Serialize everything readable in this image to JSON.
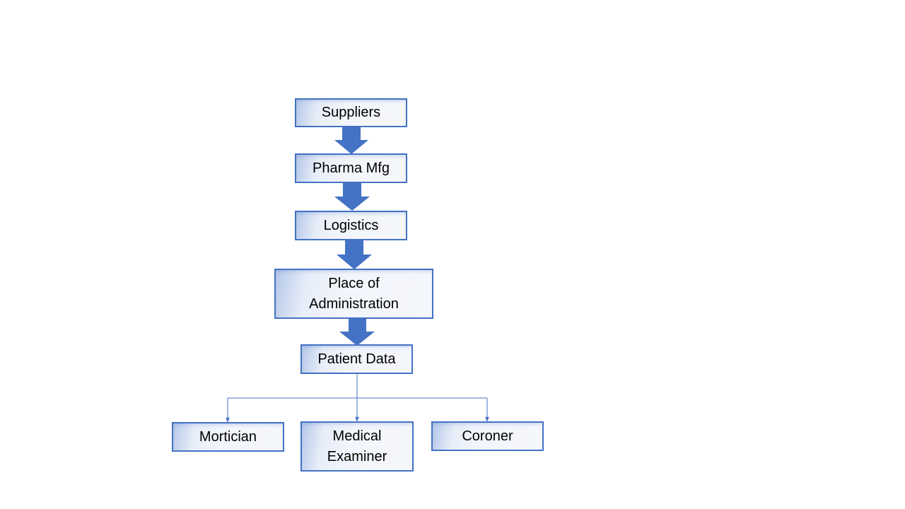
{
  "diagram": {
    "nodes": {
      "suppliers": "Suppliers",
      "pharma_mfg": "Pharma Mfg",
      "logistics": "Logistics",
      "place_of_administration": "Place of\nAdministration",
      "patient_data": "Patient Data",
      "mortician": "Mortician",
      "medical_examiner": "Medical\nExaminer",
      "coroner": "Coroner"
    },
    "colors": {
      "accent": "#4472c4",
      "fill_dark": "#b4c7e7",
      "fill_light": "#f5f7fc"
    }
  }
}
